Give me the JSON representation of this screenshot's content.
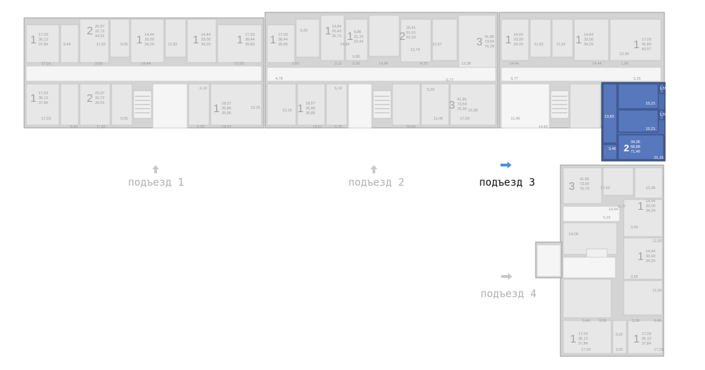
{
  "entrances": [
    {
      "label": "подъезд 1",
      "active": false
    },
    {
      "label": "подъезд 2",
      "active": false
    },
    {
      "label": "подъезд 3",
      "active": true
    },
    {
      "label": "подъезд 4",
      "active": false
    }
  ],
  "highlighted_apartment": {
    "rooms": "2",
    "areas": [
      "34,36",
      "68,88",
      "71,46"
    ],
    "room_labels": [
      "15,21",
      "15,21",
      "13,83",
      "21,15",
      "3,46",
      "1,59",
      "1,59"
    ],
    "color": "#4f6eb2"
  },
  "apartments_left_section": [
    {
      "rooms": "1",
      "areas": [
        "17,03",
        "36,13",
        "37,84"
      ]
    },
    {
      "rooms": "2",
      "areas": [
        "20,97",
        "32,72",
        "34,01"
      ]
    },
    {
      "rooms": "1",
      "areas": [
        "14,44",
        "33,00",
        "34,29"
      ]
    },
    {
      "rooms": "1",
      "areas": [
        "14,44",
        "33,00",
        "34,29"
      ]
    },
    {
      "rooms": "1",
      "areas": [
        "17,03",
        "38,44",
        "39,89"
      ]
    },
    {
      "rooms": "1",
      "areas": [
        "17,03",
        "36,13",
        "37,84"
      ]
    },
    {
      "rooms": "2",
      "areas": [
        "20,97",
        "32,72",
        "34,01"
      ]
    },
    {
      "rooms": "1",
      "areas": [
        "18,57",
        "35,86",
        "35,86"
      ]
    }
  ],
  "apartments_middle_section": [
    {
      "rooms": "1",
      "areas": [
        "17,03",
        "38,44",
        "39,89"
      ]
    },
    {
      "rooms": "1",
      "areas": [
        "14,84",
        "25,43",
        "26,72"
      ]
    },
    {
      "rooms": "1",
      "areas": [
        "9,86",
        "21,15",
        "22,44"
      ]
    },
    {
      "rooms": "2",
      "areas": [
        "26,41",
        "51,01",
        "52,33"
      ]
    },
    {
      "rooms": "3",
      "areas": [
        "41,86",
        "73,54",
        "76,28"
      ]
    },
    {
      "rooms": "1",
      "areas": [
        "18,57",
        "35,86",
        "35,86"
      ]
    },
    {
      "rooms": "3",
      "areas": [
        "41,86",
        "73,54",
        "76,28"
      ]
    }
  ],
  "apartments_right_section": [
    {
      "rooms": "1",
      "areas": [
        "14,44",
        "33,00",
        "34,29"
      ]
    },
    {
      "rooms": "1",
      "areas": [
        "14,44",
        "33,00",
        "34,29"
      ]
    },
    {
      "rooms": "1",
      "areas": [
        "17,03",
        "41,80",
        "43,57"
      ]
    }
  ],
  "apartments_bottom_section": [
    {
      "rooms": "3",
      "areas": [
        "41,86",
        "73,05",
        "75,79"
      ]
    },
    {
      "rooms": "1",
      "areas": [
        "14,44",
        "33,00",
        "34,29"
      ]
    },
    {
      "rooms": "1",
      "areas": [
        "14,44",
        "33,00",
        "34,29"
      ]
    },
    {
      "rooms": "1",
      "areas": [
        "17,03",
        "36,13",
        "37,84"
      ]
    },
    {
      "rooms": "1",
      "areas": [
        "17,03",
        "36,13",
        "37,84"
      ]
    }
  ],
  "room_labels_misc": [
    "9,40",
    "11,92",
    "9,05",
    "14,44",
    "3,65",
    "5,00",
    "17,03",
    "3,58",
    "3,02",
    "6,10",
    "8,26",
    "13,15",
    "4,78",
    "3,11",
    "2,60",
    "14,84",
    "4,78",
    "12,67",
    "13,74",
    "13,38",
    "5,23",
    "6,77",
    "14,65",
    "11,45",
    "12,90",
    "1,95",
    "5,25",
    "14,08",
    "17,03",
    "13,38"
  ]
}
